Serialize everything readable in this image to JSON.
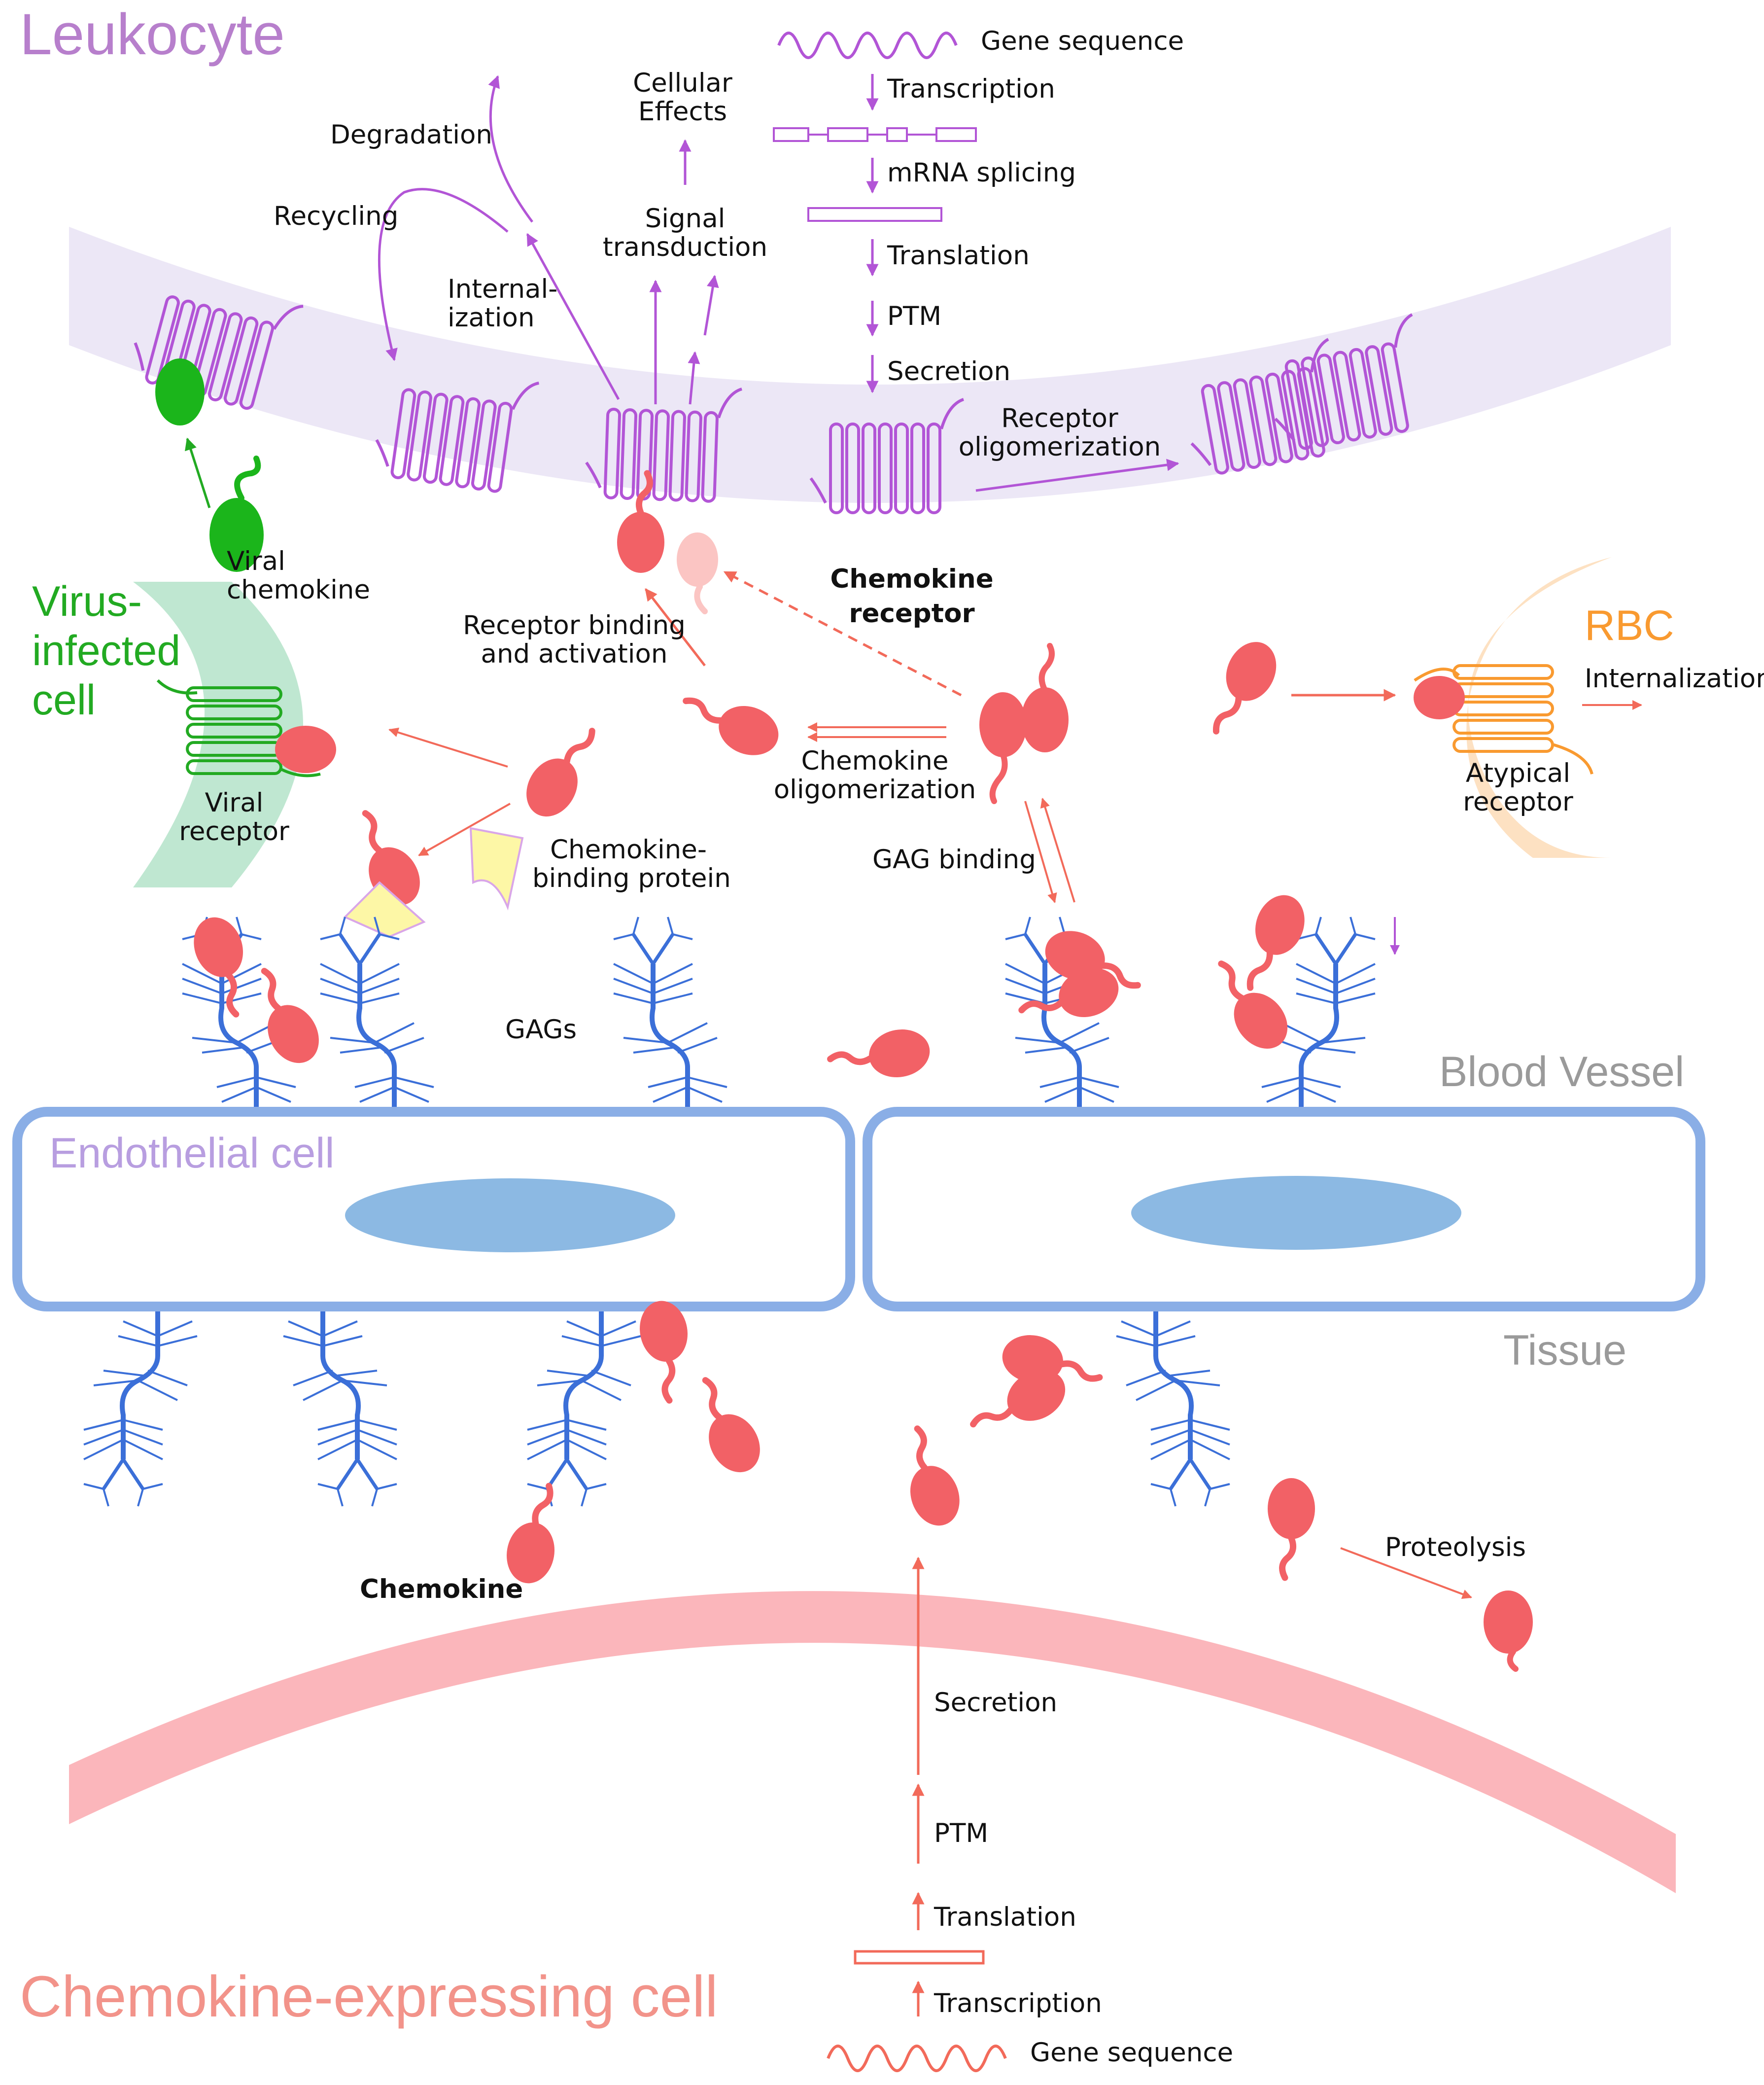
{
  "titles": {
    "leukocyte": "Leukocyte",
    "virus_infected_cell": "Virus-\ninfected\ncell",
    "rbc": "RBC",
    "blood_vessel": "Blood Vessel",
    "endothelial_cell": "Endothelial cell",
    "tissue": "Tissue",
    "chemokine_expressing_cell": "Chemokine-expressing cell"
  },
  "leukocyte_pathway": {
    "gene_sequence": "Gene sequence",
    "transcription": "Transcription",
    "mrna_splicing": "mRNA splicing",
    "translation": "Translation",
    "ptm": "PTM",
    "secretion": "Secretion"
  },
  "receptor_fates": {
    "degradation": "Degradation",
    "recycling": "Recycling",
    "internalization": "Internal-\nization",
    "cellular_effects": "Cellular\nEffects",
    "signal_transduction": "Signal\ntransduction",
    "receptor_oligomerization": "Receptor\noligomerization",
    "chemokine_receptor": "Chemokine\nreceptor"
  },
  "interactions": {
    "viral_chemokine": "Viral\nchemokine",
    "viral_receptor": "Viral\nreceptor",
    "receptor_binding": "Receptor binding\nand activation",
    "chemokine_oligomerization": "Chemokine\noligomerization",
    "gag_binding": "GAG binding",
    "chemokine_binding_protein": "Chemokine-\nbinding protein",
    "atypical_receptor": "Atypical\nreceptor",
    "internalization": "Internalization",
    "gags": "GAGs",
    "chemokine": "Chemokine",
    "proteolysis": "Proteolysis"
  },
  "expressing_pathway": {
    "secretion": "Secretion",
    "ptm": "PTM",
    "translation": "Translation",
    "transcription": "Transcription",
    "gene_sequence": "Gene sequence"
  },
  "colors": {
    "leukocyte": "#b77fcc",
    "receptor": "#b255d6",
    "membrane": "#ece7f6",
    "chemokine": "#f26166",
    "virus": "#22aa22",
    "rbc": "#f99a30",
    "gag": "#3b6fd8",
    "endothelial": "#8aaee6",
    "nucleus": "#8cb9e3",
    "expressing_cell": "#fbb6bb",
    "gray_text": "#9a9a9a"
  }
}
